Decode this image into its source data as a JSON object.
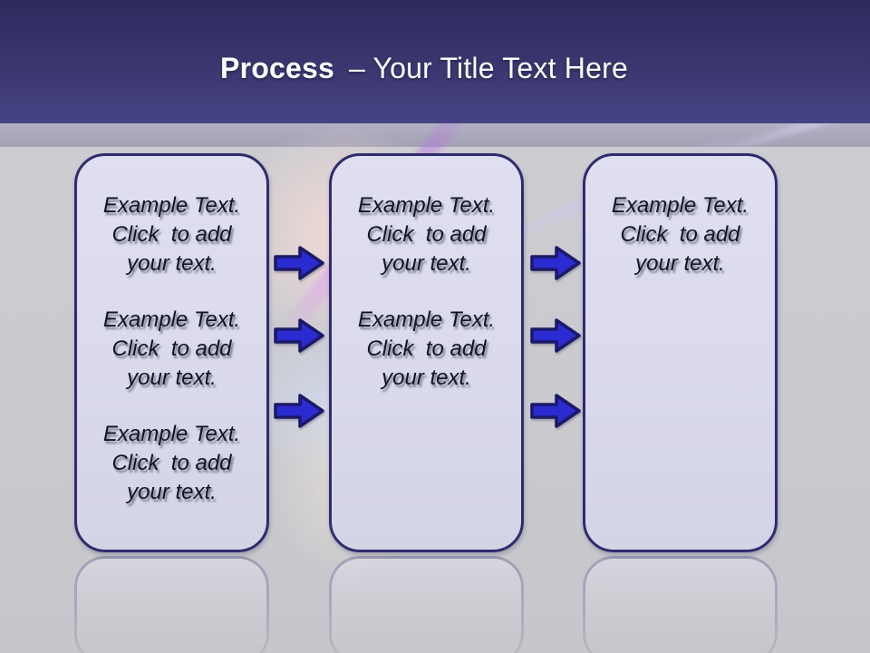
{
  "slide": {
    "title": {
      "bold": "Process",
      "rest": "– Your Title Text Here"
    },
    "boxes": [
      {
        "paragraphs": [
          "Example Text.\nClick  to add\nyour text.",
          "Example Text.\nClick  to add\nyour text.",
          "Example Text.\nClick  to add\nyour text."
        ]
      },
      {
        "paragraphs": [
          "Example Text.\nClick  to add\nyour text.",
          "Example Text.\nClick  to add\nyour text."
        ]
      },
      {
        "paragraphs": [
          "Example Text.\nClick  to add\nyour text."
        ]
      }
    ],
    "arrows": {
      "glyph": "right-block-arrow",
      "per_gap": 3
    },
    "colors": {
      "header_top": "#2D2A5E",
      "header_bottom": "#464384",
      "divider_band": "#A9A7BB",
      "body_background": "#CACACF",
      "box_fill": "#DADAEC",
      "box_border": "#2F2C6E",
      "arrow_fill": "#2B2BD2",
      "arrow_border": "#1B1966",
      "body_text": "#141428",
      "title_text": "#FFFFFF"
    }
  }
}
